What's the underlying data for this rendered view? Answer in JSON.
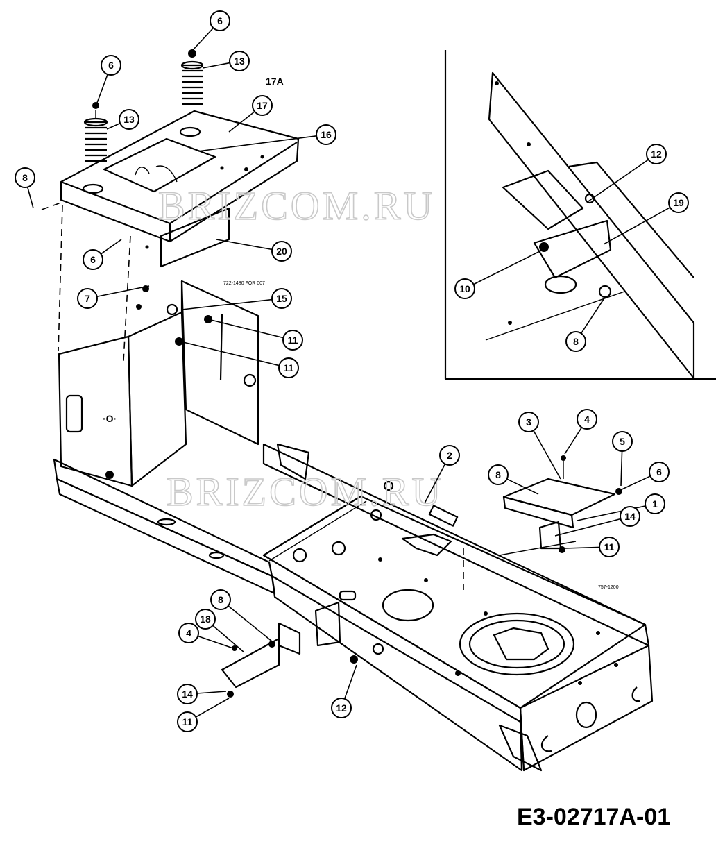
{
  "diagram": {
    "assembly_label": "17A",
    "drawing_code": "E3-02717A-01",
    "watermarks": [
      "BRIZCOM.RU",
      "BRIZCOM.RU"
    ],
    "notes": {
      "note_a": "722-1480 FOR 007",
      "note_b": "757-1200"
    },
    "callouts": [
      {
        "id": "c1",
        "number": "6"
      },
      {
        "id": "c2",
        "number": "13"
      },
      {
        "id": "c3",
        "number": "6"
      },
      {
        "id": "c4",
        "number": "13"
      },
      {
        "id": "c5",
        "number": "17"
      },
      {
        "id": "c6",
        "number": "16"
      },
      {
        "id": "c7",
        "number": "8"
      },
      {
        "id": "c8",
        "number": "6"
      },
      {
        "id": "c9",
        "number": "20"
      },
      {
        "id": "c10",
        "number": "7"
      },
      {
        "id": "c11",
        "number": "15"
      },
      {
        "id": "c12",
        "number": "11"
      },
      {
        "id": "c13",
        "number": "11"
      },
      {
        "id": "c14",
        "number": "12"
      },
      {
        "id": "c15",
        "number": "19"
      },
      {
        "id": "c16",
        "number": "10"
      },
      {
        "id": "c17",
        "number": "8"
      },
      {
        "id": "c18",
        "number": "2"
      },
      {
        "id": "c19",
        "number": "3"
      },
      {
        "id": "c20",
        "number": "4"
      },
      {
        "id": "c21",
        "number": "5"
      },
      {
        "id": "c22",
        "number": "8"
      },
      {
        "id": "c23",
        "number": "6"
      },
      {
        "id": "c24",
        "number": "1"
      },
      {
        "id": "c25",
        "number": "14"
      },
      {
        "id": "c26",
        "number": "11"
      },
      {
        "id": "c27",
        "number": "8"
      },
      {
        "id": "c28",
        "number": "18"
      },
      {
        "id": "c29",
        "number": "4"
      },
      {
        "id": "c30",
        "number": "14"
      },
      {
        "id": "c31",
        "number": "11"
      },
      {
        "id": "c32",
        "number": "12"
      }
    ]
  }
}
